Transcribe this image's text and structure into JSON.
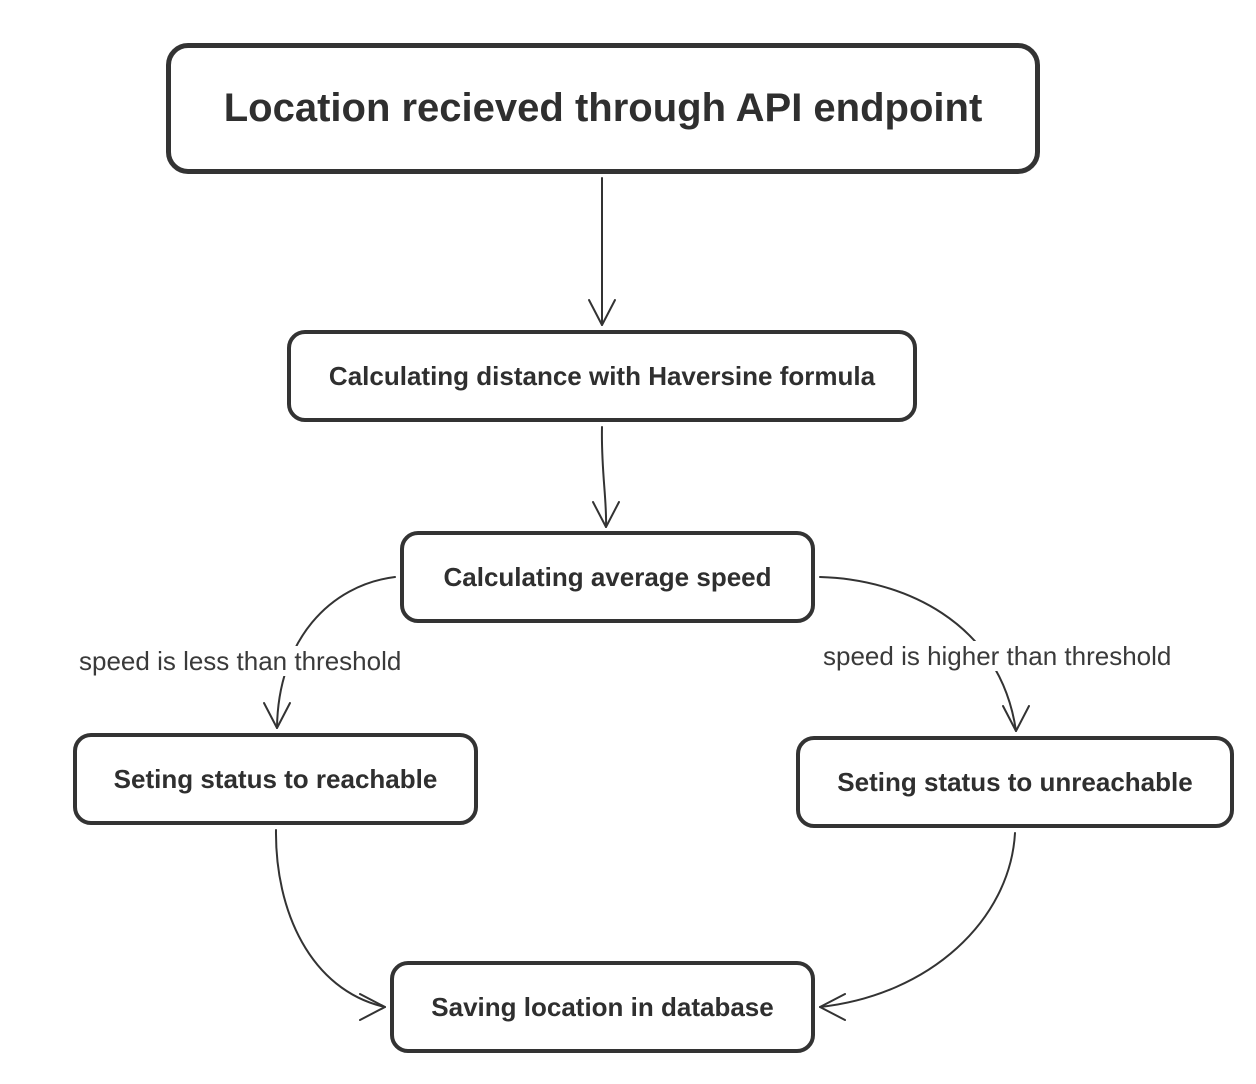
{
  "nodes": {
    "receive": "Location recieved through API endpoint",
    "distance": "Calculating distance with Haversine formula",
    "speed": "Calculating average speed",
    "reachable": "Seting status to reachable",
    "unreachable": "Seting status to unreachable",
    "save": "Saving location in database"
  },
  "edges": {
    "less_than_threshold": "speed is less than threshold",
    "higher_than_threshold": "speed is higher than threshold"
  },
  "colors": {
    "stroke": "#333333",
    "text": "#2f2f2f",
    "background": "#ffffff"
  }
}
